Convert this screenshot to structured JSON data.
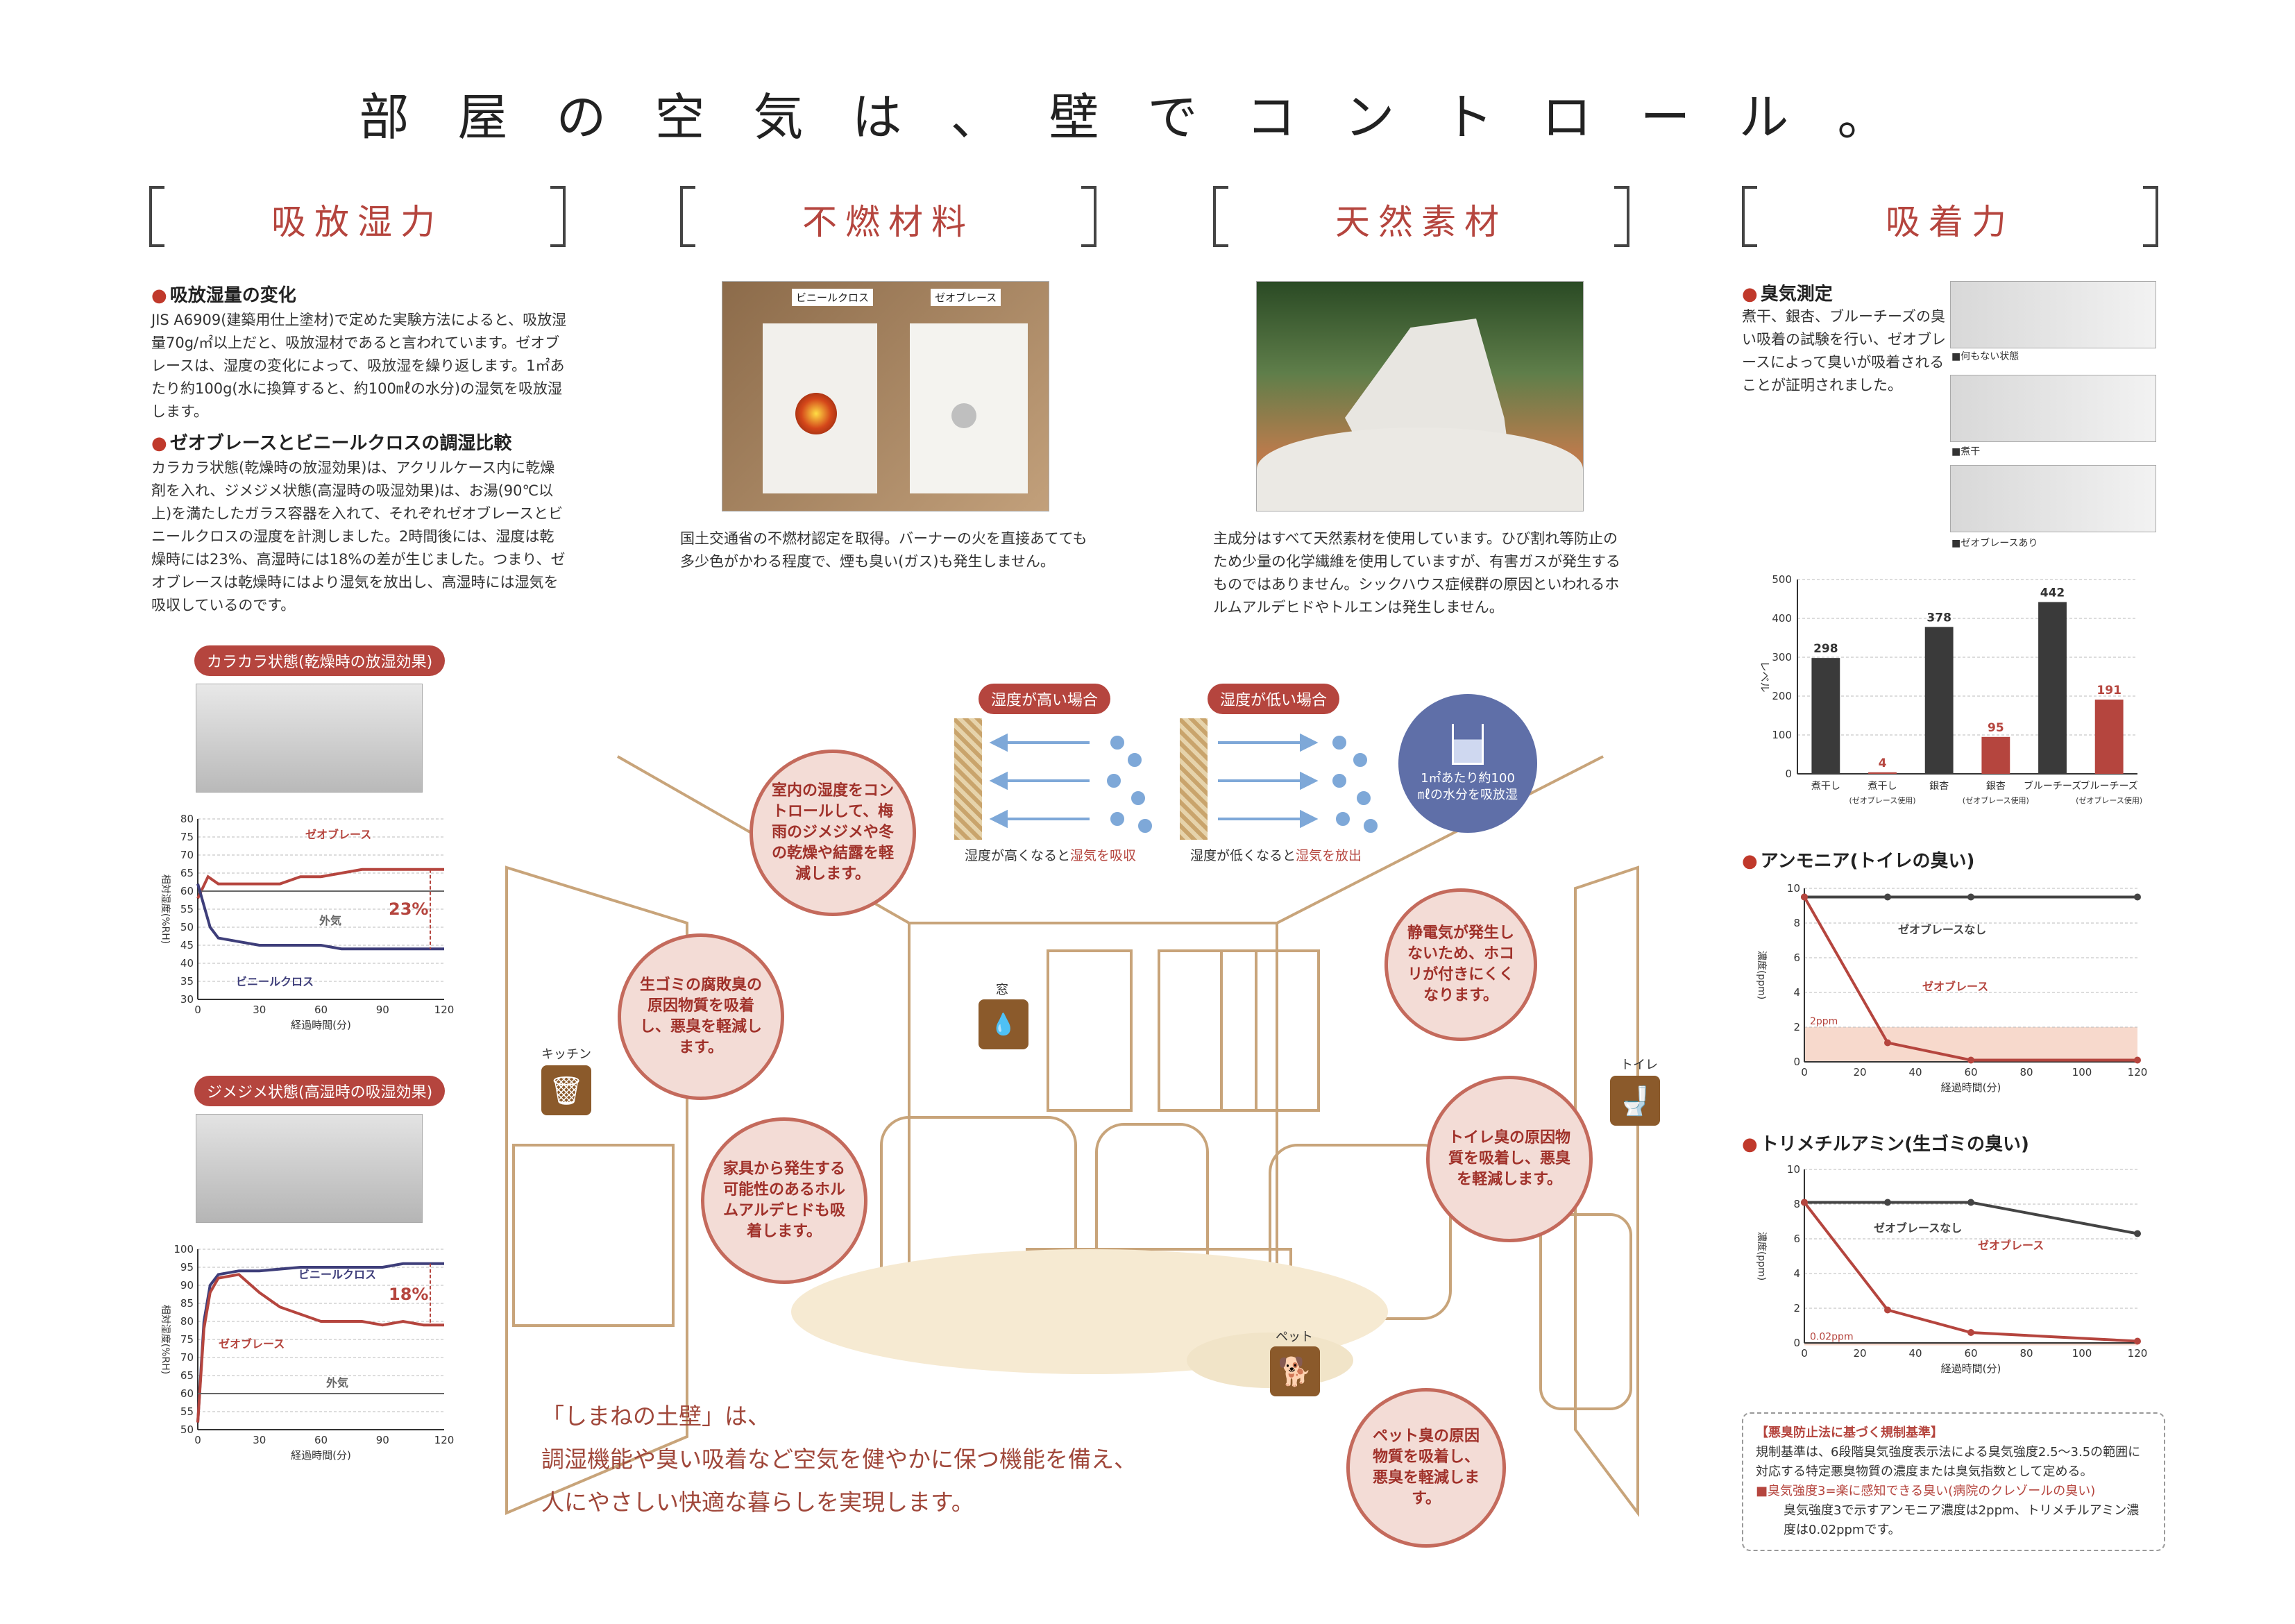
{
  "page_title": "部屋の空気は、壁でコントロール。",
  "sections": [
    {
      "label": "吸放湿力"
    },
    {
      "label": "不燃材料"
    },
    {
      "label": "天然素材"
    },
    {
      "label": "吸着力"
    }
  ],
  "hygro": {
    "h1": "吸放湿量の変化",
    "p1": "JIS A6909(建築用仕上塗材)で定めた実験方法によると、吸放湿量70g/㎡以上だと、吸放湿材であると言われています。ゼオブレースは、湿度の変化によって、吸放湿を繰り返します。1㎡あたり約100g(水に換算すると、約100㎖の水分)の湿気を吸放湿します。",
    "h2": "ゼオブレースとビニールクロスの調湿比較",
    "p2": "カラカラ状態(乾燥時の放湿効果)は、アクリルケース内に乾燥剤を入れ、ジメジメ状態(高湿時の吸湿効果)は、お湯(90℃以上)を満たしたガラス容器を入れて、それぞれゼオブレースとビニールクロスの湿度を計測しました。2時間後には、湿度は乾燥時には23%、高湿時には18%の差が生じました。つまり、ゼオブレースは乾燥時にはより湿気を放出し、高湿時には湿気を吸収しているのです。",
    "pill_dry": "カラカラ状態(乾燥時の放湿効果)",
    "pill_wet": "ジメジメ状態(高湿時の吸湿効果)"
  },
  "fire": {
    "label_left": "ビニールクロス",
    "label_right": "ゼオブレース",
    "text": "国土交通省の不燃材認定を取得。バーナーの火を直接あてても多少色がかわる程度で、煙も臭い(ガス)も発生しません。"
  },
  "natural": {
    "text": "主成分はすべて天然素材を使用しています。ひび割れ等防止のため少量の化学繊維を使用していますが、有害ガスが発生するものではありません。シックハウス症候群の原因といわれるホルムアルデヒドやトルエンは発生しません。"
  },
  "adsorb": {
    "h1": "臭気測定",
    "p1": "煮干、銀杏、ブルーチーズの臭い吸着の試験を行い、ゼオブレースによって臭いが吸着されることが証明されました。",
    "cap1": "■何もない状態",
    "cap2": "■煮干",
    "cap3": "■ゼオブレースあり",
    "h_ammonia": "アンモニア(トイレの臭い)",
    "h_tma": "トリメチルアミン(生ゴミの臭い)",
    "note_title": "【悪臭防止法に基づく規制基準】",
    "note_p1": "規制基準は、6段階臭気強度表示法による臭気強度2.5〜3.5の範囲に対応する特定悪臭物質の濃度または臭気指数として定める。",
    "note_p2": "■臭気強度3=楽に感知できる臭い(病院のクレゾールの臭い)",
    "note_p3": "臭気強度3で示すアンモニア濃度は2ppm、トリメチルアミン濃度は0.02ppmです。"
  },
  "center": {
    "pill_high": "湿度が高い場合",
    "pill_low": "湿度が低い場合",
    "cap_high_a": "湿度が高くなると",
    "cap_high_b": "湿気を吸収",
    "cap_low_a": "湿度が低くなると",
    "cap_low_b": "湿気を放出",
    "water_circle": "1㎡あたり約100㎖の水分を吸放湿",
    "bubble_humidity": "室内の湿度をコントロールして、梅雨のジメジメや冬の乾燥や結露を軽減します。",
    "bubble_garbage": "生ゴミの腐敗臭の原因物質を吸着し、悪臭を軽減します。",
    "bubble_formal": "家具から発生する可能性のあるホルムアルデヒドも吸着します。",
    "bubble_static": "静電気が発生しないため、ホコリが付きにくくなります。",
    "bubble_toilet": "トイレ臭の原因物質を吸着し、悪臭を軽減します。",
    "bubble_pet": "ペット臭の原因物質を吸着し、悪臭を軽減します。",
    "lab_kitchen": "キッチン",
    "lab_window": "窓",
    "lab_toilet": "トイレ",
    "lab_pet": "ペット",
    "statement_1": "「しまねの土壁」は、",
    "statement_2": "調湿機能や臭い吸着など空気を健やかに保つ機能を備え、",
    "statement_3": "人にやさしい快適な暮らしを実現します。"
  },
  "chart_data": [
    {
      "type": "line",
      "id": "dry",
      "ylabel": "相対湿度(%RH)",
      "xlabel": "経過時間(分)",
      "xlim": [
        0,
        120
      ],
      "ylim": [
        30,
        80
      ],
      "yticks": [
        30,
        35,
        40,
        45,
        50,
        55,
        60,
        65,
        70,
        75,
        80
      ],
      "xticks": [
        0,
        30,
        60,
        90,
        120
      ],
      "annotation": "23%",
      "series": [
        {
          "name": "ゼオブレース",
          "color": "#b5453e",
          "x": [
            0,
            5,
            10,
            20,
            30,
            40,
            50,
            60,
            70,
            80,
            90,
            100,
            110,
            120
          ],
          "y": [
            58,
            64,
            62,
            62,
            62,
            62,
            64,
            64,
            65,
            66,
            66,
            66,
            66,
            66
          ]
        },
        {
          "name": "外気",
          "color": "#666666",
          "x": [
            0,
            10,
            20,
            30,
            40,
            50,
            60,
            70,
            80,
            90,
            100,
            110,
            120
          ],
          "y": [
            60,
            60,
            60,
            60,
            60,
            60,
            60,
            60,
            60,
            60,
            60,
            60,
            60
          ]
        },
        {
          "name": "ビニールクロス",
          "color": "#3e3e7a",
          "x": [
            0,
            3,
            6,
            10,
            20,
            30,
            40,
            50,
            60,
            70,
            80,
            90,
            100,
            110,
            120
          ],
          "y": [
            62,
            56,
            50,
            47,
            46,
            45,
            45,
            45,
            45,
            44,
            44,
            44,
            44,
            44,
            44
          ]
        }
      ]
    },
    {
      "type": "line",
      "id": "wet",
      "ylabel": "相対湿度(%RH)",
      "xlabel": "経過時間(分)",
      "xlim": [
        0,
        120
      ],
      "ylim": [
        50,
        100
      ],
      "yticks": [
        50,
        55,
        60,
        65,
        70,
        75,
        80,
        85,
        90,
        95,
        100
      ],
      "xticks": [
        0,
        30,
        60,
        90,
        120
      ],
      "annotation": "18%",
      "series": [
        {
          "name": "ビニールクロス",
          "color": "#3e3e7a",
          "x": [
            0,
            3,
            6,
            10,
            20,
            30,
            50,
            70,
            90,
            100,
            110,
            120
          ],
          "y": [
            52,
            80,
            90,
            93,
            94,
            94,
            95,
            95,
            95,
            96,
            96,
            96
          ]
        },
        {
          "name": "ゼオブレース",
          "color": "#b5453e",
          "x": [
            0,
            3,
            6,
            10,
            20,
            30,
            40,
            50,
            60,
            70,
            80,
            90,
            100,
            110,
            120
          ],
          "y": [
            52,
            78,
            88,
            92,
            93,
            88,
            84,
            82,
            80,
            80,
            80,
            79,
            80,
            79,
            79
          ]
        },
        {
          "name": "外気",
          "color": "#666666",
          "x": [
            0,
            10,
            20,
            30,
            40,
            50,
            60,
            70,
            80,
            90,
            100,
            110,
            120
          ],
          "y": [
            60,
            60,
            60,
            60,
            60,
            60,
            60,
            60,
            60,
            60,
            60,
            60,
            60
          ]
        }
      ]
    },
    {
      "type": "bar",
      "id": "odor",
      "ylabel": "レベル",
      "ylim": [
        0,
        500
      ],
      "yticks": [
        0,
        100,
        200,
        300,
        400,
        500
      ],
      "categories": [
        "煮干し",
        "煮干し(ゼオブレース使用)",
        "銀杏",
        "銀杏(ゼオブレース使用)",
        "ブルーチーズ",
        "ブルーチーズ(ゼオブレース使用)"
      ],
      "values": [
        298,
        4,
        378,
        95,
        442,
        191
      ],
      "colors": [
        "#3a3a3a",
        "#b5453e",
        "#3a3a3a",
        "#b5453e",
        "#3a3a3a",
        "#b5453e"
      ]
    },
    {
      "type": "line",
      "id": "ammonia",
      "ylabel": "濃度(ppm)",
      "xlabel": "経過時間(分)",
      "xlim": [
        0,
        120
      ],
      "ylim": [
        0,
        10
      ],
      "yticks": [
        0,
        2,
        4,
        6,
        8,
        10
      ],
      "xticks": [
        0,
        20,
        40,
        60,
        80,
        100,
        120
      ],
      "threshold": 2,
      "threshold_label": "2ppm",
      "series": [
        {
          "name": "ゼオブレースなし",
          "color": "#444444",
          "x": [
            0,
            30,
            60,
            120
          ],
          "y": [
            9.5,
            9.5,
            9.5,
            9.5
          ]
        },
        {
          "name": "ゼオブレース",
          "color": "#b5453e",
          "x": [
            0,
            30,
            60,
            120
          ],
          "y": [
            9.5,
            1.1,
            0.1,
            0.1
          ]
        }
      ]
    },
    {
      "type": "line",
      "id": "tma",
      "ylabel": "濃度(ppm)",
      "xlabel": "経過時間(分)",
      "xlim": [
        0,
        120
      ],
      "ylim": [
        0,
        10
      ],
      "yticks": [
        0,
        2,
        4,
        6,
        8,
        10
      ],
      "xticks": [
        0,
        20,
        40,
        60,
        80,
        100,
        120
      ],
      "threshold": 0.02,
      "threshold_label": "0.02ppm",
      "series": [
        {
          "name": "ゼオブレースなし",
          "color": "#444444",
          "x": [
            0,
            30,
            60,
            120
          ],
          "y": [
            8.1,
            8.1,
            8.1,
            6.3
          ]
        },
        {
          "name": "ゼオブレース",
          "color": "#b5453e",
          "x": [
            0,
            30,
            60,
            120
          ],
          "y": [
            8.1,
            1.9,
            0.6,
            0.1
          ]
        }
      ]
    }
  ]
}
